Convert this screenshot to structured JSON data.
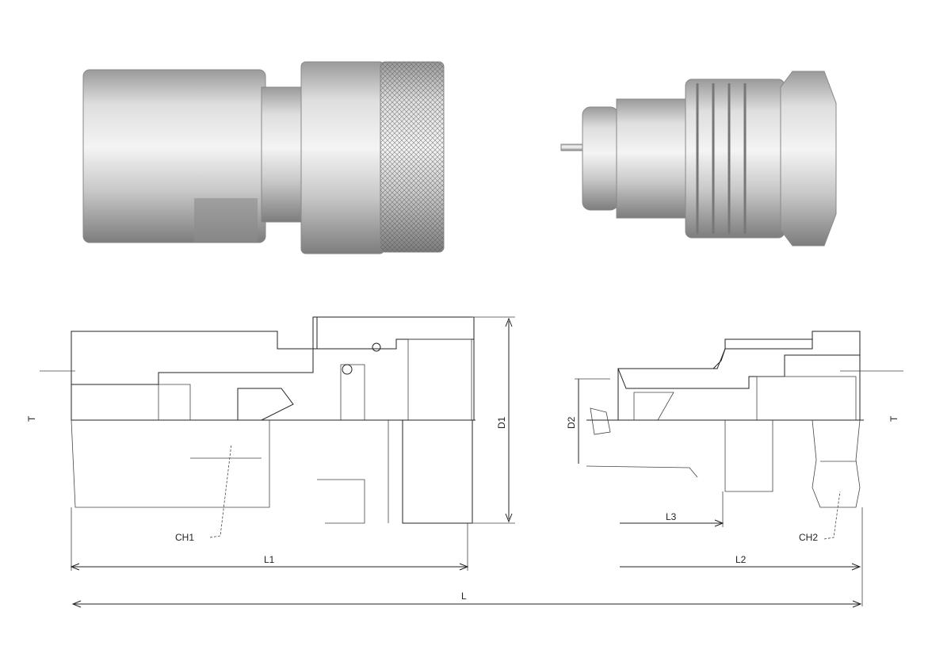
{
  "labels": {
    "t_left": "T",
    "t_right": "T",
    "d1": "D1",
    "d2": "D2",
    "ch1": "CH1",
    "ch2": "CH2",
    "l1": "L1",
    "l2": "L2",
    "l3": "L3",
    "l": "L"
  },
  "colors": {
    "metal_light": "#e6e6e6",
    "metal_dark": "#8a8a8a",
    "line": "#222222"
  }
}
